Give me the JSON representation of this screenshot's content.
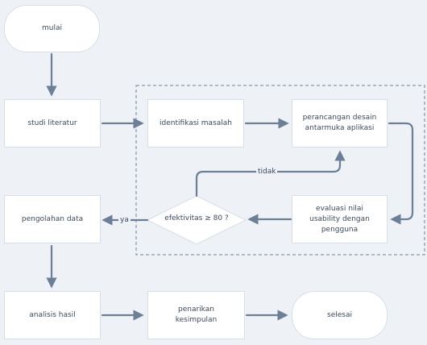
{
  "nodes": {
    "start": "mulai",
    "literature": "studi literatur",
    "identify": "identifikasi masalah",
    "design": "perancangan desain\nantarmuka aplikasi",
    "evaluate": "evaluasi nilai\nusability dengan\npengguna",
    "decision": "efektivitas  ≥ 80 ?",
    "processing": "pengolahan data",
    "analysis": "analisis hasil",
    "conclusion": "penarikan\nkesimpulan",
    "end": "selesai"
  },
  "edge_labels": {
    "no": "tidak",
    "yes": "ya"
  },
  "colors": {
    "background": "#eef2f6",
    "node_fill": "#ffffff",
    "arrow": "#6d7f96",
    "dashed_border": "#8d98a6",
    "text": "#3b4a5c"
  }
}
